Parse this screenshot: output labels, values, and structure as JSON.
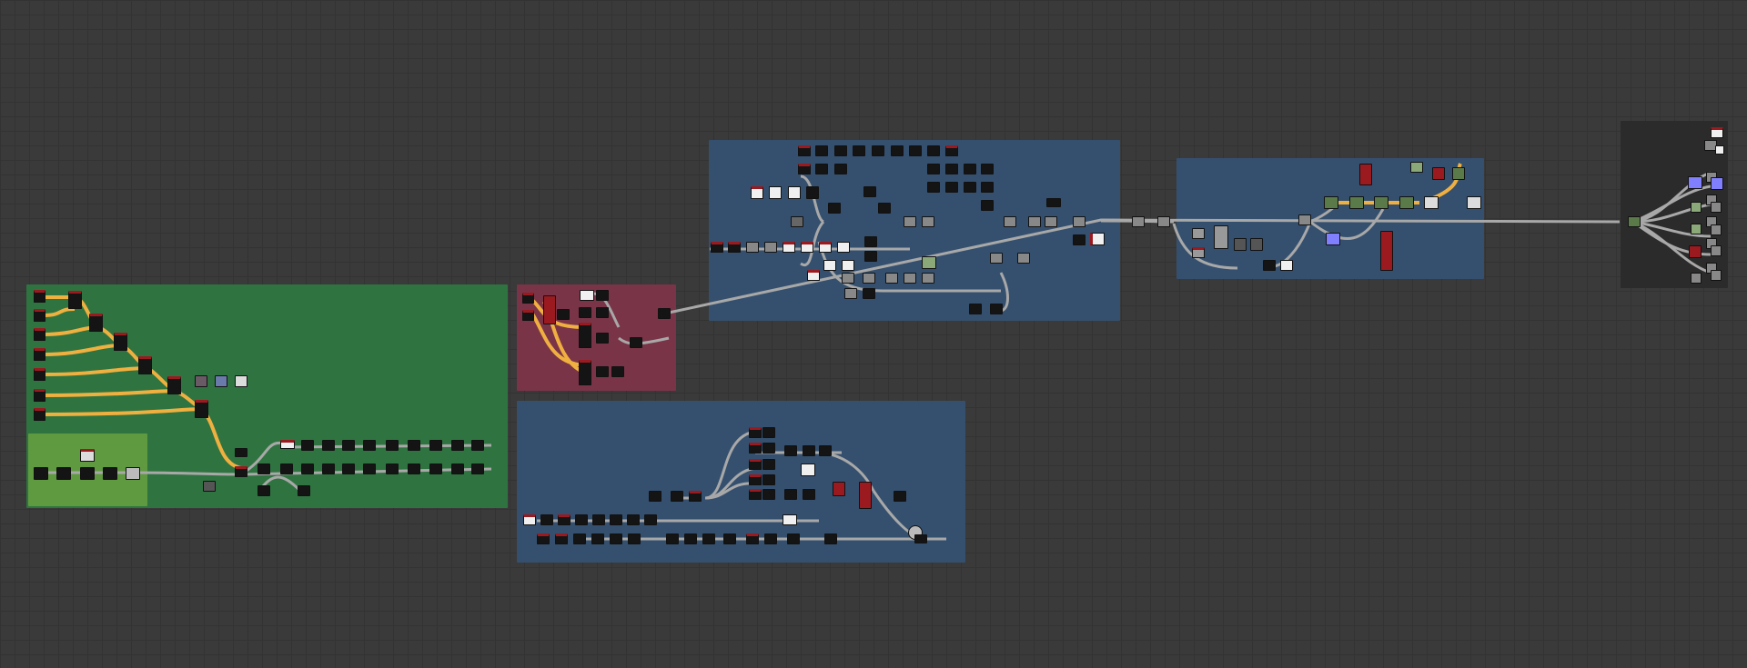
{
  "app": {
    "view": "node-graph-canvas"
  },
  "colors": {
    "background": "#3a3a3a",
    "grid": "#333333",
    "frame_green": "#2f7440",
    "frame_lightgreen": "#5f9a40",
    "frame_maroon": "#7a3448",
    "frame_blue": "#35506e",
    "frame_dark": "#2b2b2b",
    "wire_default": "#9a9a9a",
    "wire_highlight": "#f0b040",
    "node_dark": "#141414",
    "node_red": "#9a1a20",
    "node_green": "#5a7a4a",
    "node_violet": "#8080ff",
    "node_white": "#f0f0f0"
  },
  "frames": [
    {
      "id": "frame-green",
      "label": "",
      "color": "frame_green"
    },
    {
      "id": "frame-lightgreen",
      "label": "",
      "color": "frame_lightgreen"
    },
    {
      "id": "frame-maroon",
      "label": "",
      "color": "frame_maroon"
    },
    {
      "id": "frame-blue-top",
      "label": "",
      "color": "frame_blue"
    },
    {
      "id": "frame-blue-bottom",
      "label": "",
      "color": "frame_blue"
    },
    {
      "id": "frame-blue-right",
      "label": "",
      "color": "frame_blue"
    },
    {
      "id": "frame-dark-output",
      "label": "",
      "color": "frame_dark"
    }
  ]
}
